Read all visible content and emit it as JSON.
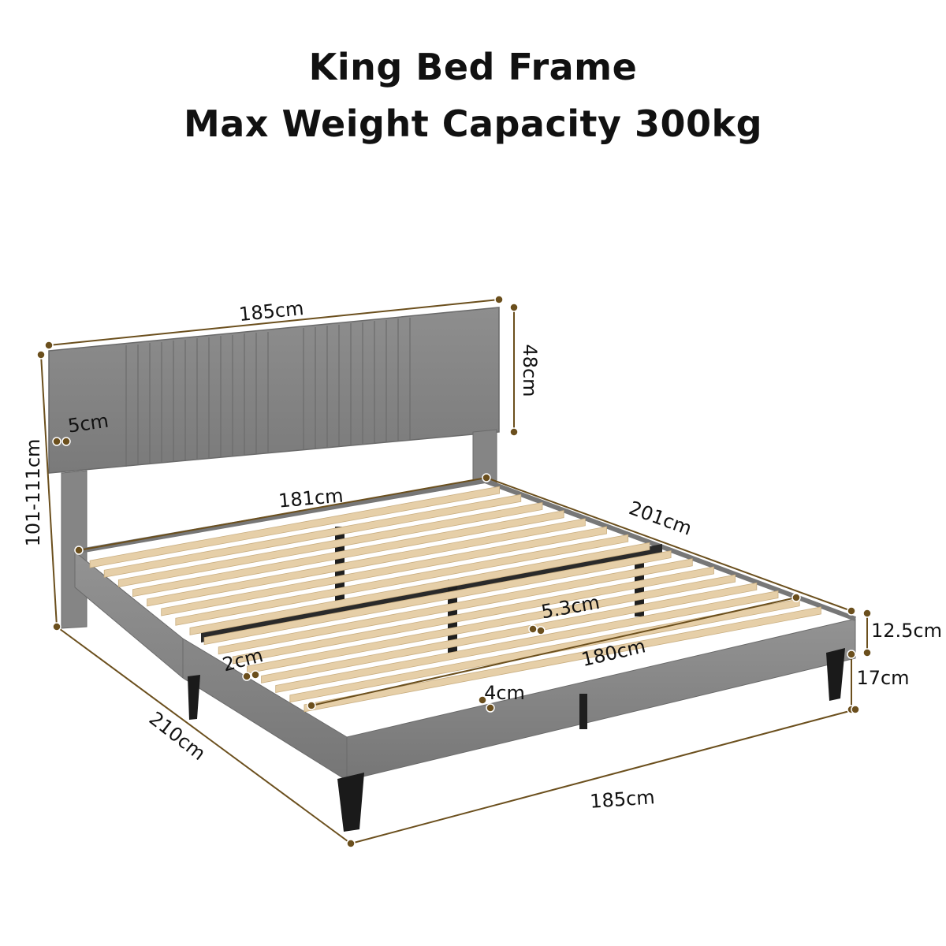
{
  "title": {
    "line1": "King Bed Frame",
    "line2": "Max Weight Capacity 300kg"
  },
  "dimensions": {
    "headboard_width": "185cm",
    "headboard_height": "48cm",
    "headboard_thickness": "5cm",
    "overall_height": "101-111cm",
    "inner_width": "181cm",
    "inner_length": "201cm",
    "slat_gap": "5.3cm",
    "slat_thickness": "2cm",
    "slat_length": "180cm",
    "slat_width": "4cm",
    "side_rail_height": "12.5cm",
    "leg_height": "17cm",
    "overall_length": "210cm",
    "overall_width": "185cm"
  },
  "colors": {
    "upholstery": "#8c8c8c",
    "upholstery_dark": "#6f6f6f",
    "slat": "#e6cfa8",
    "dim_line": "#6b4f1d",
    "legs": "#1a1a1a"
  }
}
